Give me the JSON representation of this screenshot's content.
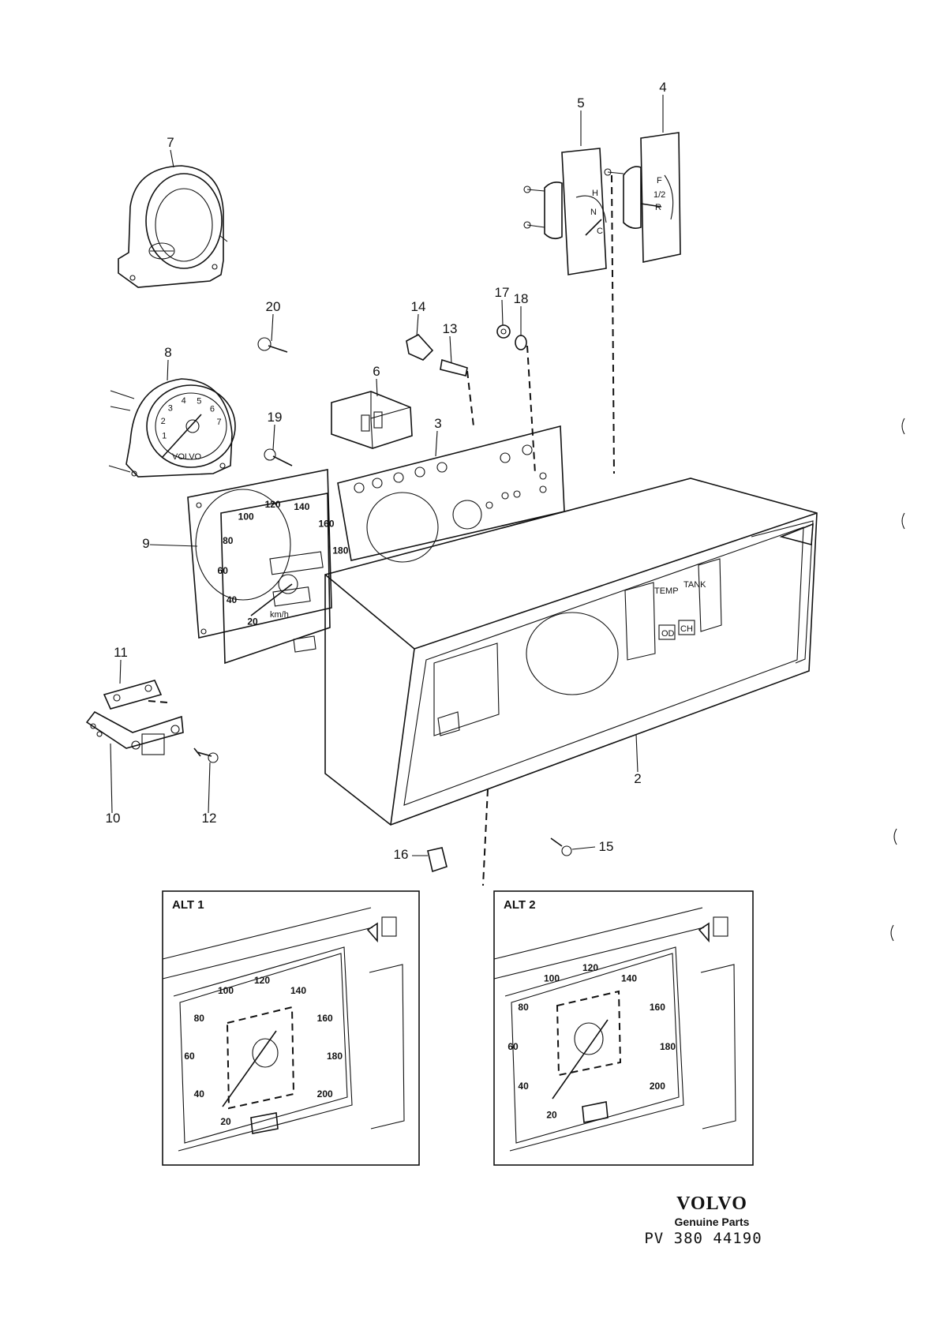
{
  "callouts": [
    "2",
    "3",
    "4",
    "5",
    "6",
    "7",
    "8",
    "9",
    "10",
    "11",
    "12",
    "13",
    "14",
    "15",
    "16",
    "17",
    "18",
    "19",
    "20"
  ],
  "gauges": {
    "fuel": {
      "f": "F",
      "half": "1/2",
      "r": "R"
    },
    "temp": {
      "h": "H",
      "n": "N",
      "c": "C"
    },
    "tacho_ticks": [
      "1",
      "2",
      "3",
      "4",
      "5",
      "6",
      "7"
    ],
    "tacho_brand": "VOLVO",
    "speedo_ticks": [
      "20",
      "40",
      "60",
      "80",
      "100",
      "120",
      "140",
      "160",
      "180"
    ],
    "speedo_unit": "km/h"
  },
  "panel_text": {
    "temp": "TEMP",
    "tank": "TANK",
    "od": "OD",
    "ch": "CH"
  },
  "alt1": {
    "label": "ALT 1",
    "ticks": [
      "20",
      "40",
      "60",
      "80",
      "100",
      "120",
      "140",
      "160",
      "180",
      "200"
    ]
  },
  "alt2": {
    "label": "ALT 2",
    "ticks": [
      "20",
      "40",
      "60",
      "80",
      "100",
      "120",
      "140",
      "160",
      "180",
      "200"
    ]
  },
  "footer": {
    "brand": "VOLVO",
    "subtitle": "Genuine Parts",
    "doc_number": "PV 380 44190"
  }
}
